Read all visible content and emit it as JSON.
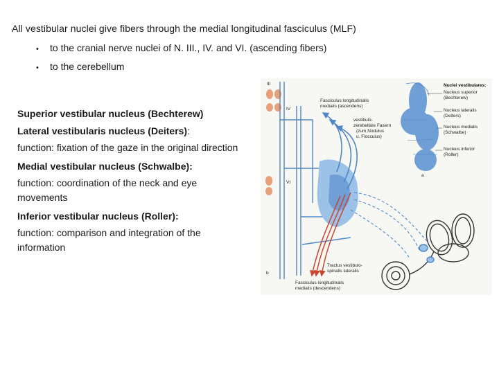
{
  "title": "All vestibular nuclei give fibers through  the medial longitudinal fasciculus (MLF)",
  "bullets": [
    {
      "marker": "•",
      "text": "to the cranial nerve nuclei of N. III., IV. and VI. (ascending fibers)"
    },
    {
      "marker": "•",
      "text": "to the cerebellum"
    }
  ],
  "nuclei": [
    {
      "name": "Superior vestibular nucleus (Bechterew)"
    },
    {
      "name": "Lateral vestibularis nucleus (Deiters)",
      "name_suffix": ":"
    },
    {
      "function": "function: fixation of the gaze in the original direction"
    },
    {
      "name": "Medial vestibular nucleus (Schwalbe):"
    },
    {
      "function": "function: coordination of the neck and eye movements"
    },
    {
      "name": "Inferior vestibular nucleus (Roller):"
    },
    {
      "function": "function: comparison and integration of the information"
    }
  ],
  "figure": {
    "roman_numerals": [
      "III",
      "IV",
      "VI"
    ],
    "labels": {
      "mlf_ascending": [
        "Fasciculus longitudinalis",
        "medialis (ascendens)"
      ],
      "vestibulo_cerebellar": [
        "vestibulo-",
        "zerebelläre Fasern",
        "(zum Nodulus",
        "u. Flocculus)"
      ],
      "tract_lateral": [
        "Tractus vestibulo-",
        "spinalis lateralis"
      ],
      "mlf_descending": [
        "Fasciculus longitudinalis",
        "medialis (descendens)"
      ]
    },
    "legend_title": "Nuclei vestibulares:",
    "legend_items": [
      [
        "Nucleus superior",
        "(Bechterew)"
      ],
      [
        "Nucleus lateralis",
        "(Deiters)"
      ],
      [
        "Nucleus medialis",
        "(Schwalbe)"
      ],
      [
        "Nucleus inferior",
        "(Roller)"
      ]
    ],
    "panel_a": "a",
    "panel_b": "b",
    "colors": {
      "blue": "#6f9fd4",
      "light_blue": "#9cc2e8",
      "red": "#d9634b",
      "skin": "#e8a07a"
    }
  }
}
